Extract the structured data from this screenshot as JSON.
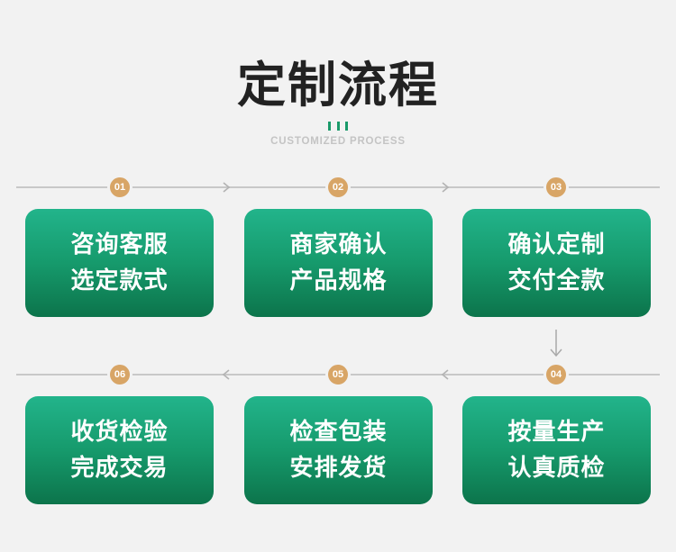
{
  "title": "定制流程",
  "subtitle": "CUSTOMIZED PROCESS",
  "steps": [
    {
      "num": "01",
      "line1": "咨询客服",
      "line2": "选定款式"
    },
    {
      "num": "02",
      "line1": "商家确认",
      "line2": "产品规格"
    },
    {
      "num": "03",
      "line1": "确认定制",
      "line2": "交付全款"
    },
    {
      "num": "04",
      "line1": "按量生产",
      "line2": "认真质检"
    },
    {
      "num": "05",
      "line1": "检查包装",
      "line2": "安排发货"
    },
    {
      "num": "06",
      "line1": "收货检验",
      "line2": "完成交易"
    }
  ],
  "icons": {
    "flow_forward": "chevron-right-icon",
    "flow_backward": "chevron-left-icon",
    "flow_down": "arrow-down-icon"
  },
  "colors": {
    "green_top": "#22b48b",
    "green_bottom": "#0c744b",
    "gold": "#d8a566",
    "line": "#c8c8c8",
    "title": "#222222",
    "subtitle": "#c4c4c4",
    "decor": "#1a9a6a"
  }
}
